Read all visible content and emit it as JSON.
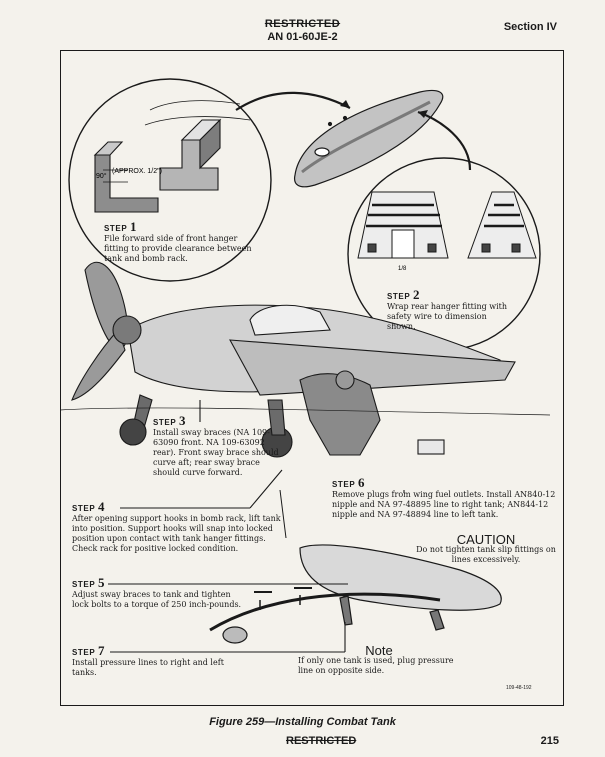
{
  "header": {
    "restricted": "RESTRICTED",
    "doc_number": "AN 01-60JE-2",
    "section": "Section IV"
  },
  "detail_labels": {
    "angle": "90°",
    "approx": "(APPROX. 1/2\")",
    "dimension": "1/8"
  },
  "steps": [
    {
      "label": "STEP",
      "number": "1",
      "text": "File forward side of front hanger fitting to provide clearance between tank and bomb rack."
    },
    {
      "label": "STEP",
      "number": "2",
      "text": "Wrap rear hanger fitting with safety wire to dimension shown."
    },
    {
      "label": "STEP",
      "number": "3",
      "text": "Install sway braces (NA 109-63090 front. NA 109-63092 rear). Front sway brace should curve aft; rear sway brace should curve forward."
    },
    {
      "label": "STEP",
      "number": "4",
      "text": "After opening support hooks in bomb rack, lift tank into position. Support hooks will snap into locked position upon contact with tank hanger fittings. Check rack for positive locked condition."
    },
    {
      "label": "STEP",
      "number": "5",
      "text": "Adjust sway braces to tank and tighten lock bolts to a torque of 250 inch-pounds."
    },
    {
      "label": "STEP",
      "number": "6",
      "text": "Remove plugs from wing fuel outlets. Install AN840-12 nipple and NA 97-48895 line to right tank; AN844-12 nipple and NA 97-48894 line to left tank."
    },
    {
      "label": "STEP",
      "number": "7",
      "text": "Install pressure lines to right and left tanks."
    }
  ],
  "caution": {
    "title": "CAUTION",
    "text": "Do not tighten tank slip fittings on lines excessively."
  },
  "note": {
    "title": "Note",
    "text": "If only one tank is used, plug pressure line on opposite side."
  },
  "drawing_code": "109-48-192",
  "footer": {
    "figure_caption": "Figure 259—Installing Combat Tank",
    "restricted": "RESTRICTED",
    "page_number": "215"
  }
}
